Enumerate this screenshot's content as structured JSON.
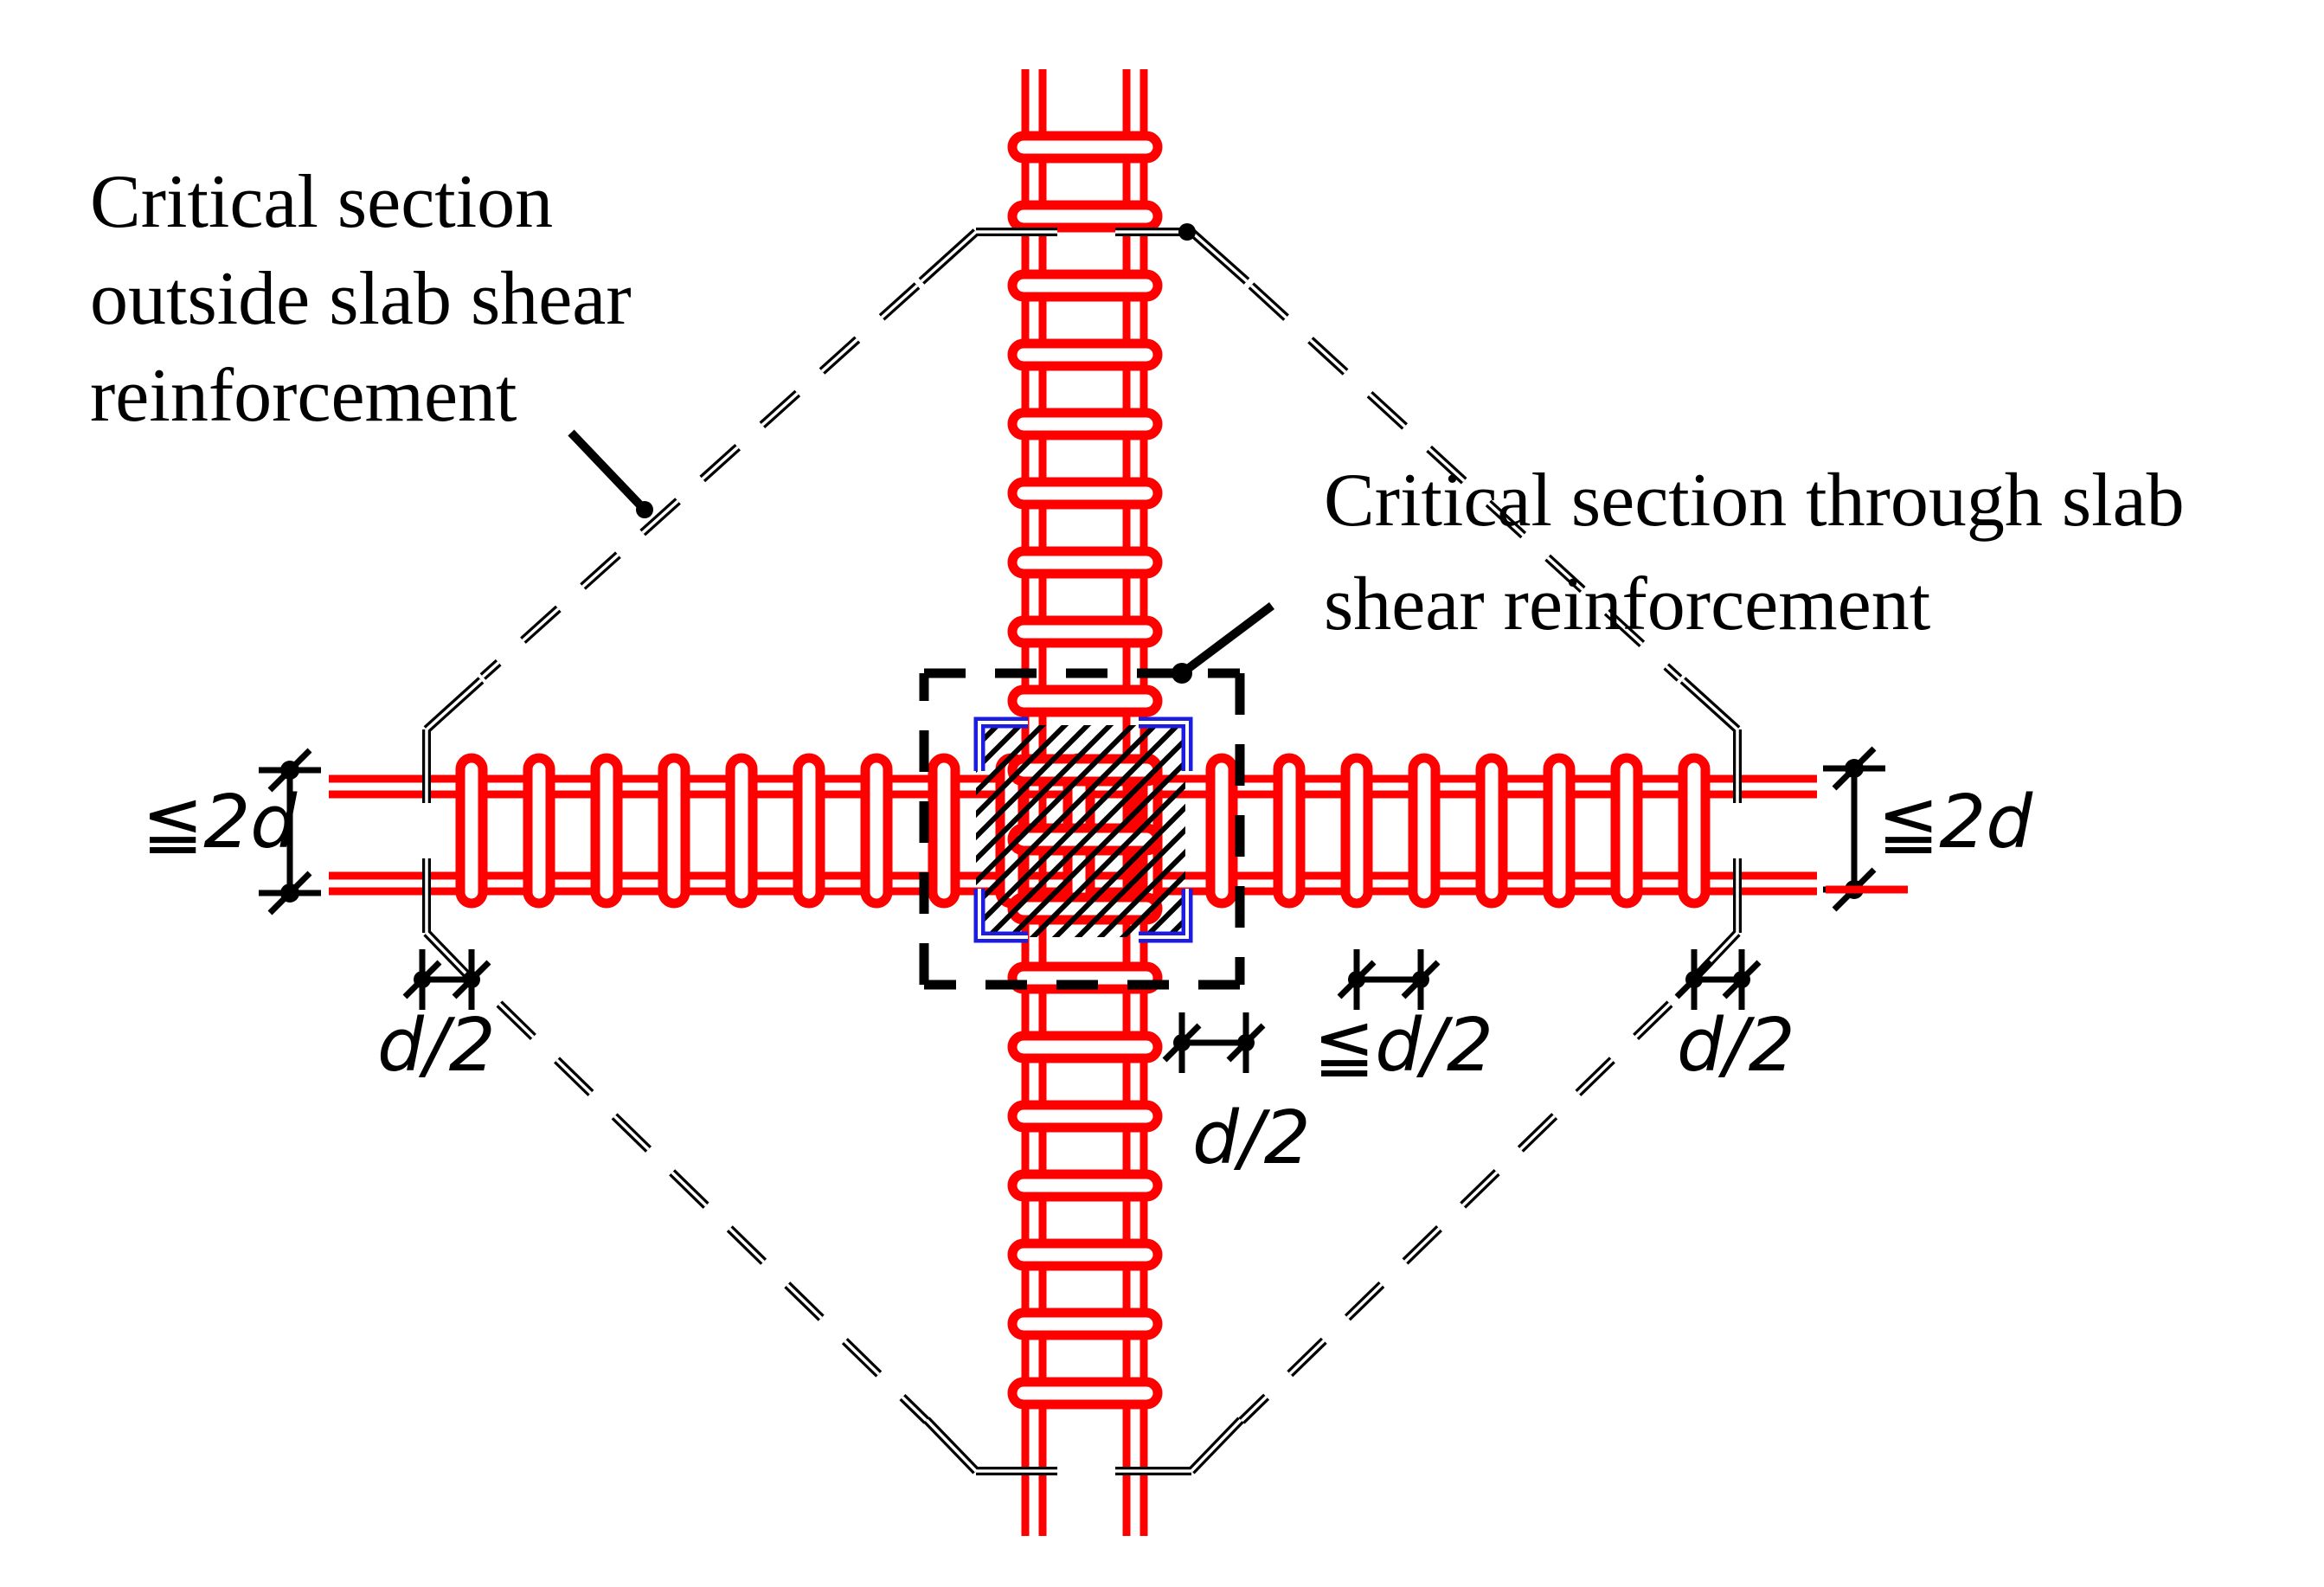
{
  "diagram": {
    "labels": {
      "outside": "Critical section\noutside slab shear\nreinforcement",
      "through": "Critical section through slab\nshear reinforcement"
    },
    "dims": {
      "left_2d": "≦2d",
      "right_2d": "≦2d",
      "d2_left": "d/2",
      "d2_center": "d/2",
      "d2_spacing": "≦d/2",
      "d2_right": "d/2"
    },
    "colors": {
      "shear_reinforcement": "#fe0000",
      "column_corner_bars": "#1d1de0",
      "linework": "#000000"
    }
  }
}
